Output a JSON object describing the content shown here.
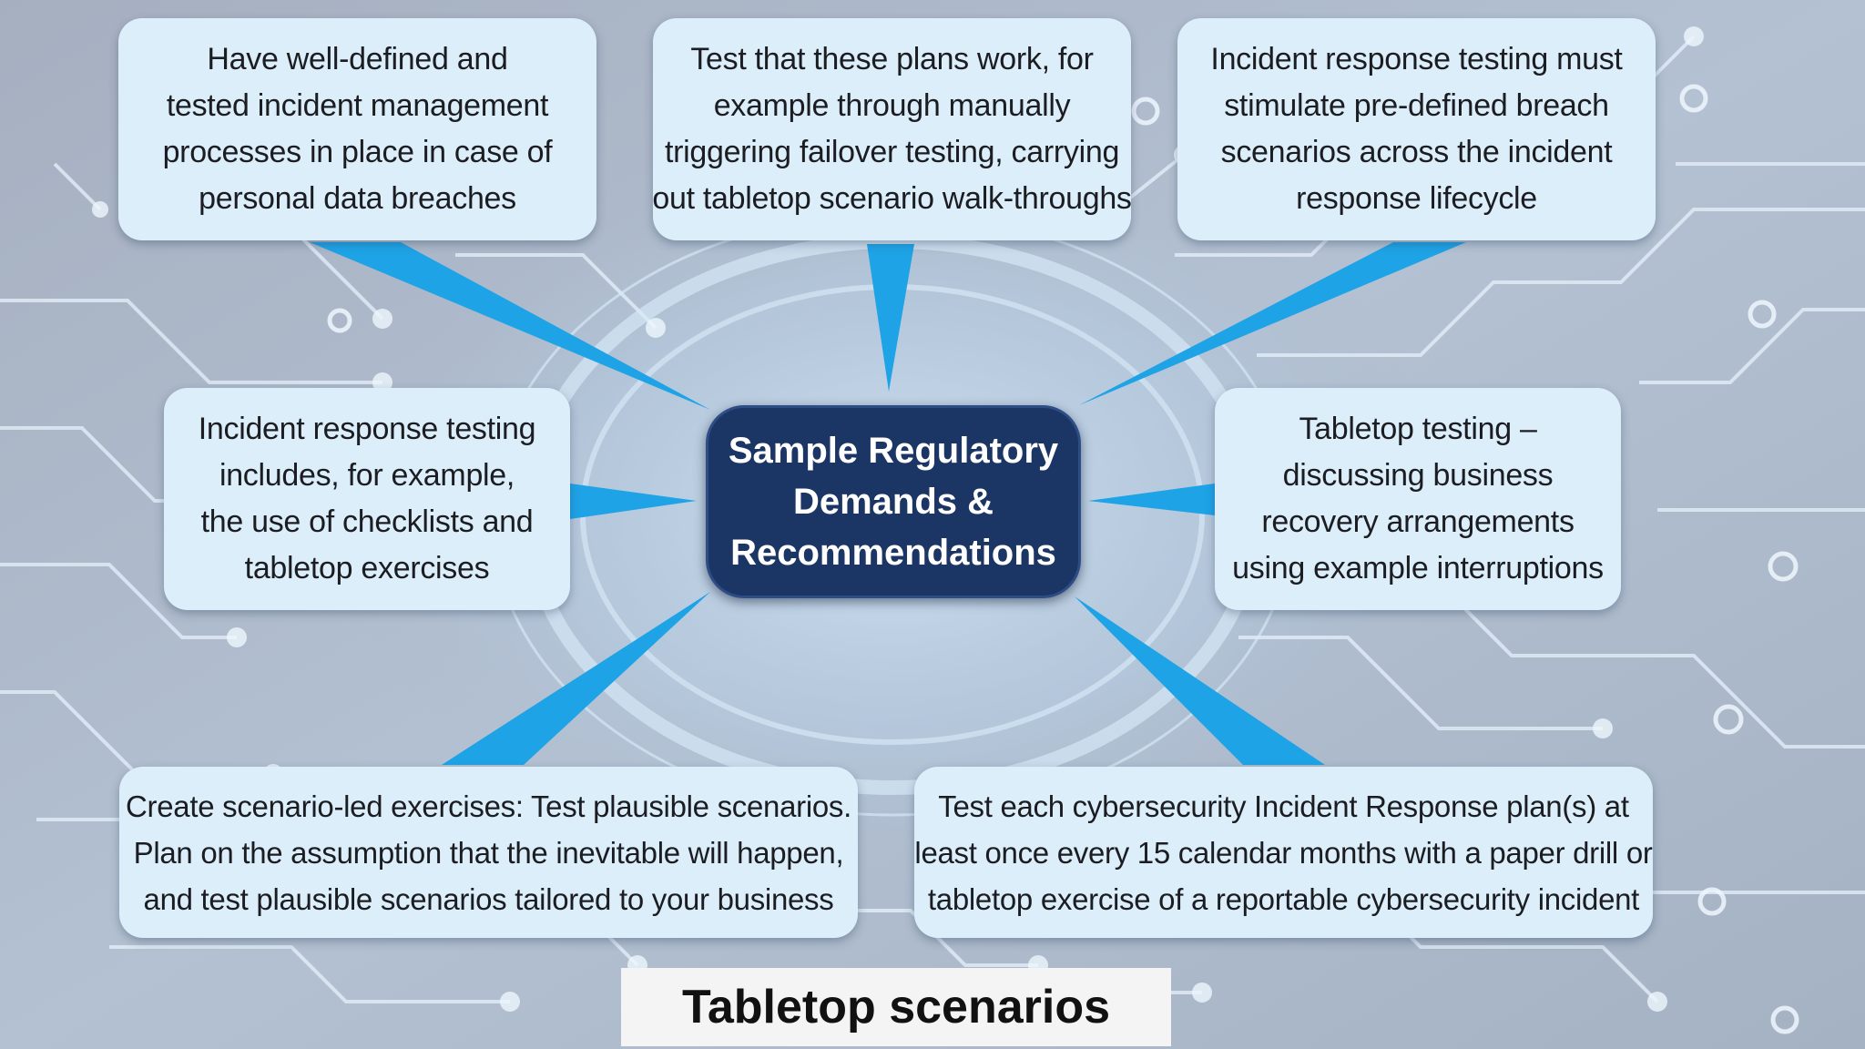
{
  "slide": {
    "center_lines": [
      "Sample Regulatory",
      "Demands &",
      "Recommendations"
    ],
    "boxes": [
      {
        "lines": [
          "Have well-defined and",
          "tested incident management",
          "processes in place in case of",
          "personal data breaches"
        ]
      },
      {
        "lines": [
          "Test that these plans work, for",
          "example through manually",
          "triggering failover testing, carrying",
          "out tabletop scenario walk-throughs"
        ]
      },
      {
        "lines": [
          "Incident response testing must",
          "stimulate pre-defined breach",
          "scenarios across the incident",
          "response lifecycle"
        ]
      },
      {
        "lines": [
          "Incident response testing",
          "includes, for example,",
          "the use of checklists and",
          "tabletop exercises"
        ]
      },
      {
        "lines": [
          "Tabletop testing –",
          "discussing business",
          "recovery arrangements",
          "using example interruptions"
        ]
      },
      {
        "lines": [
          "Create scenario-led exercises: Test plausible scenarios.",
          "Plan on the assumption that the inevitable will happen,",
          "and test plausible scenarios tailored to your business"
        ]
      },
      {
        "lines": [
          "Test each cybersecurity Incident Response plan(s) at",
          "least once every 15 calendar months with a paper drill or",
          "tabletop exercise of a reportable cybersecurity incident"
        ]
      }
    ],
    "footer_title": "Tabletop scenarios"
  },
  "colors": {
    "background": "#aab7c8",
    "box_fill": "#dceef9",
    "center_fill": "#1b3565",
    "connector": "#1ea3e6",
    "footer_fill": "#f4f4f4"
  }
}
